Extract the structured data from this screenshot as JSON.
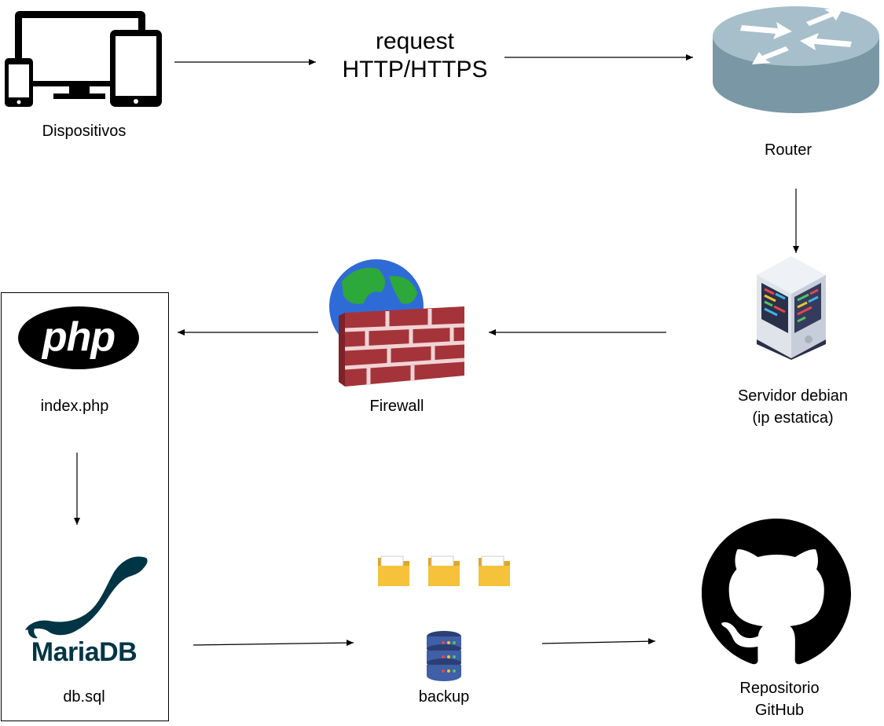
{
  "nodes": {
    "devices": {
      "label": "Dispositivos",
      "icon": "devices-icon"
    },
    "request": {
      "line1": "request",
      "line2": "HTTP/HTTPS"
    },
    "router": {
      "label": "Router",
      "icon": "router-icon"
    },
    "server": {
      "line1": "Servidor debian",
      "line2": "(ip estatica)",
      "icon": "server-icon"
    },
    "firewall": {
      "label": "Firewall",
      "icon": "firewall-icon"
    },
    "php": {
      "logo_text": "php",
      "label": "index.php",
      "icon": "php-logo-icon"
    },
    "mariadb": {
      "logo_text": "MariaDB",
      "label": "db.sql",
      "icon": "mariadb-logo-icon"
    },
    "backup": {
      "label": "backup",
      "icon": "database-icon"
    },
    "github": {
      "line1": "Repositorio",
      "line2": "GitHub",
      "icon": "github-icon"
    }
  },
  "colors": {
    "router": "#7a97a5",
    "server_body": "#dfe3ea",
    "brick": "#a4343a",
    "globe_sea": "#2f6bd6",
    "globe_land": "#2da83a",
    "folder": "#f6c13b",
    "db_blue": "#3f5fa6",
    "mariadb": "#003545"
  }
}
